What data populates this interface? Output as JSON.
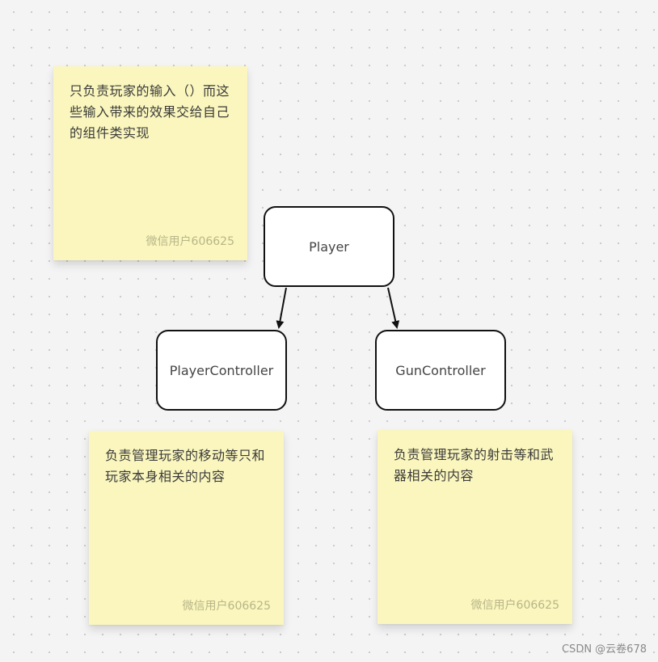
{
  "notes": [
    {
      "text": "只负责玩家的输入（）而这些输入带来的效果交给自己的组件类实现",
      "author": "微信用户606625"
    },
    {
      "text": "负责管理玩家的移动等只和玩家本身相关的内容",
      "author": "微信用户606625"
    },
    {
      "text": "负责管理玩家的射击等和武器相关的内容",
      "author": "微信用户606625"
    }
  ],
  "nodes": {
    "player": "Player",
    "player_controller": "PlayerController",
    "gun_controller": "GunController"
  },
  "edges": [
    {
      "from": "Player",
      "to": "PlayerController"
    },
    {
      "from": "Player",
      "to": "GunController"
    }
  ],
  "watermark": "CSDN @云卷678"
}
